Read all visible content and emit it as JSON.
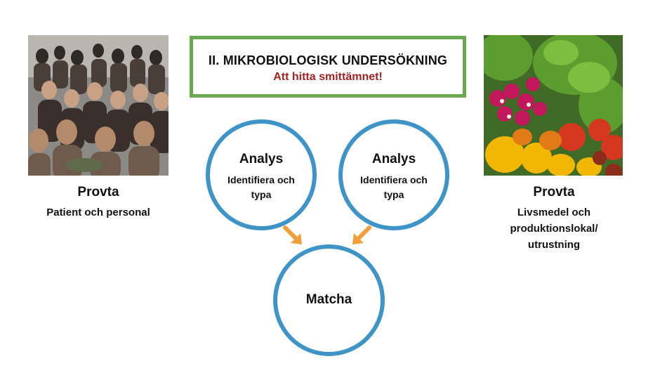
{
  "title": {
    "main": "II. MIKROBIOLOGISK UNDERSÖKNING",
    "sub": "Att hitta smittämnet!"
  },
  "left": {
    "heading": "Provta",
    "subtext": "Patient och personal",
    "image": "crowd-of-people-photo"
  },
  "right": {
    "heading": "Provta",
    "line1": "Livsmedel och",
    "line2": "produktionslokal/",
    "line3": "utrustning",
    "image": "fresh-vegetables-photo"
  },
  "analysis_1": {
    "title": "Analys",
    "line1": "Identifiera och",
    "line2": "typa"
  },
  "analysis_2": {
    "title": "Analys",
    "line1": "Identifiera och",
    "line2": "typa"
  },
  "match": {
    "title": "Matcha"
  },
  "colors": {
    "box_border": "#6aa84f",
    "subtitle": "#a32121",
    "circle_border": "#3e93c7",
    "arrow": "#f0a038"
  }
}
